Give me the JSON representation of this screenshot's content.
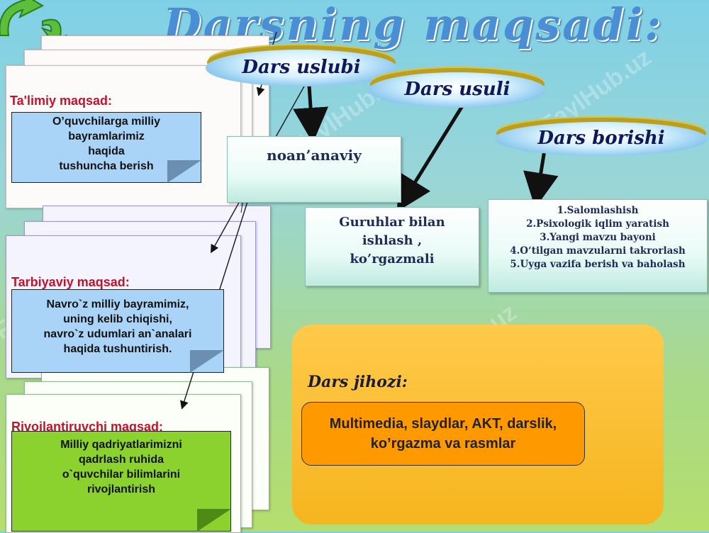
{
  "title": "Darsning  maqsadi:",
  "sections": [
    {
      "heading": "Ta'limiy maqsad:",
      "note": [
        "O’quvchilarga milliy",
        "bayramlarimiz",
        "haqida",
        "tushuncha berish"
      ]
    },
    {
      "heading": "Tarbiyaviy maqsad:",
      "note": [
        "Navro`z milliy  bayramimiz,",
        "uning  kelib  chiqishi,",
        "navro`z udumlari  an`analari",
        "haqida  tushuntirish."
      ]
    },
    {
      "heading": "Rivojlantiruvchi maqsad:",
      "note": [
        "Milliy qadriyatlarimizni",
        "qadrlash ruhida",
        "o`quvchilar bilimlarini",
        "rivojlantirish"
      ]
    }
  ],
  "ovals": {
    "uslubi": "Dars   uslubi",
    "usuli": "Dars   usuli",
    "borishi": "Dars borishi"
  },
  "boxes": {
    "noanaviy": "noan’anaviy",
    "guruh": [
      "Guruhlar bilan",
      "ishlash ,",
      "ko’rgazmali"
    ],
    "borishi_steps": [
      "1.Salomlashish",
      "2.Psixologik iqlim yaratish",
      "3.Yangi mavzu bayoni",
      "4.O‘tilgan mavzularni takrorlash",
      "5.Uyga   vazifa berish va baholash"
    ]
  },
  "equipment": {
    "label": "Dars  jihozi:",
    "text": "Multimedia, slaydlar, AKT, darslik, ko’rgazma va rasmlar"
  },
  "watermark": "FaylHub.uz",
  "colors": {
    "title": "#4a8fd6",
    "heading": "#c0132c",
    "blue_note": "#a9d4f7",
    "green_note": "#8bd22e",
    "orange": "#ff9900"
  }
}
